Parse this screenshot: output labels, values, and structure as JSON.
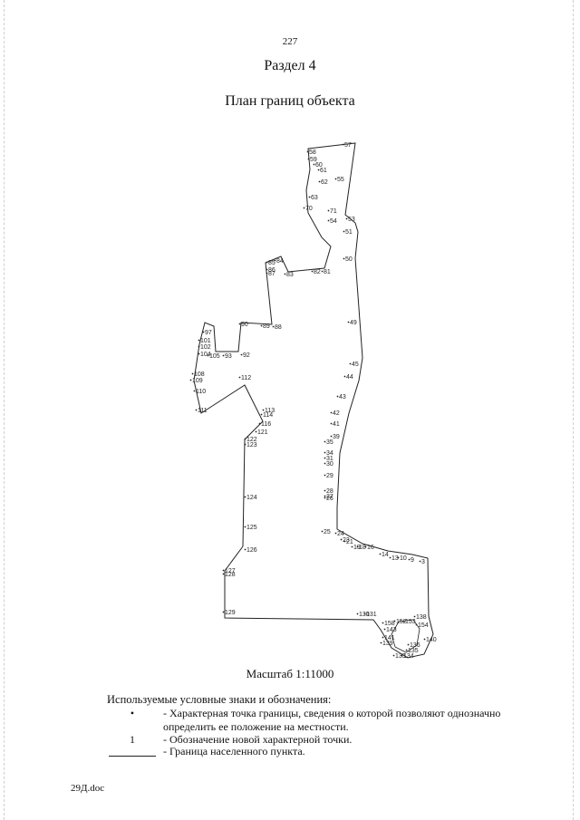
{
  "page_number": "227",
  "section_title": "Раздел 4",
  "plan_title": "План границ объекта",
  "map": {
    "boundary_color": "#222222",
    "point_labels": [
      "58",
      "57",
      "59",
      "60",
      "61",
      "55",
      "62",
      "63",
      "70",
      "71",
      "53",
      "54",
      "51",
      "50",
      "85",
      "84",
      "86",
      "87",
      "83",
      "82",
      "81",
      "90",
      "89",
      "88",
      "97",
      "101",
      "102",
      "104",
      "105",
      "93",
      "92",
      "108",
      "109",
      "110",
      "111",
      "112",
      "113",
      "114",
      "116",
      "121",
      "122",
      "123",
      "124",
      "125",
      "126",
      "127",
      "128",
      "129",
      "49",
      "45",
      "44",
      "43",
      "42",
      "41",
      "39",
      "35",
      "34",
      "31",
      "30",
      "29",
      "28",
      "27",
      "26",
      "25",
      "24",
      "23",
      "21",
      "19",
      "18",
      "16",
      "14",
      "13",
      "10",
      "9",
      "3",
      "130",
      "131",
      "158",
      "152",
      "153",
      "154",
      "138",
      "143",
      "141",
      "139",
      "140",
      "136",
      "135",
      "134",
      "133"
    ]
  },
  "scale_text": "Масштаб 1:11000",
  "legend": {
    "heading": "Используемые условные знаки и обозначения:",
    "items": [
      {
        "symbol": "•",
        "text_line1": "- Характерная точка границы, сведения о которой позволяют однозначно",
        "text_line2": "определить ее положение на местности."
      },
      {
        "symbol": "1",
        "text_line1": "- Обозначение новой характерной точки."
      },
      {
        "symbol": "",
        "text_line1": "- Граница населенного пункта."
      }
    ]
  },
  "footer": "29Д.doc"
}
